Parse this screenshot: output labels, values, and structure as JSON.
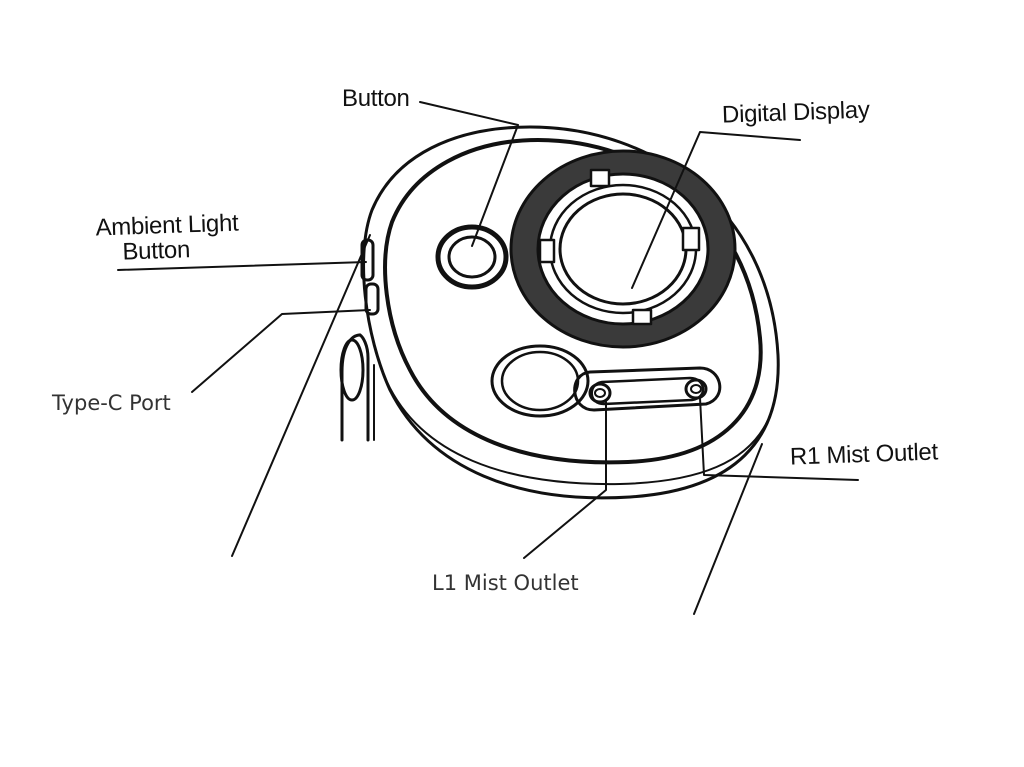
{
  "labels": {
    "button": "Button",
    "digital_display": "Digital Display",
    "ambient_light_line1": "Ambient Light",
    "ambient_light_line2": "Button",
    "type_c_port": "Type-C Port",
    "r1_mist_outlet": "R1 Mist Outlet",
    "l1_mist_outlet": "L1 Mist Outlet"
  },
  "colors": {
    "stroke": "#111111",
    "display_ring_fill": "#3a3a3a",
    "background": "#ffffff"
  }
}
